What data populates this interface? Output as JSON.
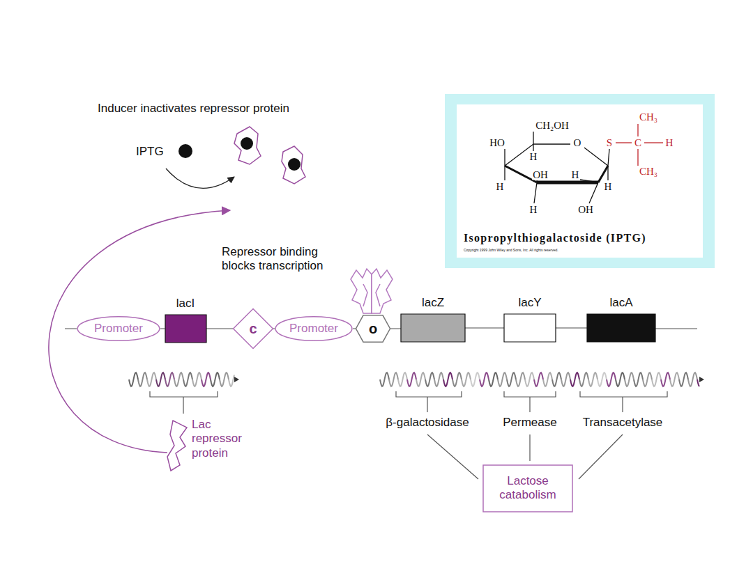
{
  "diagram": {
    "nodes": [
      {
        "text": [
          "Promoter"
        ]
      },
      {
        "text": [
          "lacI"
        ]
      },
      {
        "text": [
          "c"
        ]
      },
      {
        "text": [
          "Promoter"
        ]
      },
      {
        "text": [
          "o"
        ]
      },
      {
        "text": [
          "lacZ"
        ]
      },
      {
        "text": [
          "lacY"
        ]
      },
      {
        "text": [
          "lacA"
        ]
      },
      {
        "text": [
          "Lactose catabolism"
        ]
      }
    ],
    "edges": [
      {
        "from": 0,
        "to": 1,
        "arrow": "none"
      },
      {
        "from": 1,
        "to": 2,
        "arrow": "none"
      },
      {
        "from": 2,
        "to": 3,
        "arrow": "none"
      },
      {
        "from": 3,
        "to": 4,
        "arrow": "none"
      },
      {
        "from": 4,
        "to": 5,
        "arrow": "none"
      },
      {
        "from": 5,
        "to": 6,
        "arrow": "none"
      },
      {
        "from": 6,
        "to": 7,
        "arrow": "none"
      }
    ],
    "labels": [
      "Inducer inactivates repressor protein",
      "IPTG",
      "Repressor binding blocks transcription",
      "Lac repressor protein",
      "β-galactosidase",
      "Permease",
      "Transacetylase",
      "Isopropylthiogalactoside (IPTG)",
      "Copyright 1999 John Wiley and Sons, Inc. All rights reserved.",
      "CH₂OH",
      "HO",
      "H",
      "O",
      "S",
      "C",
      "H",
      "CH₃",
      "CH₃",
      "OH",
      "H",
      "H",
      "H",
      "H",
      "OH"
    ]
  }
}
